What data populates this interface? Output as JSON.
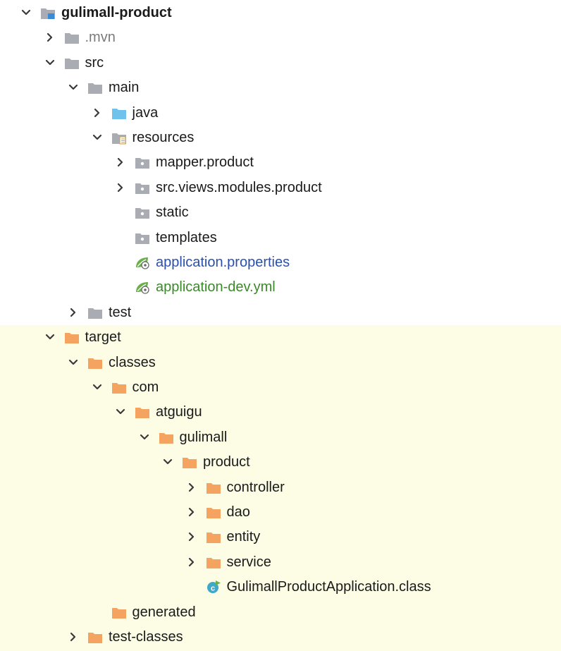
{
  "colors": {
    "folder_gray": "#a9adb3",
    "folder_blue": "#6ec2ec",
    "folder_orange": "#f5a361",
    "module_badge": "#3a8ad6",
    "excluded_bg": "#fdfde6",
    "text_default": "#1a1a1a",
    "text_muted": "#7a7a7a",
    "text_blue": "#2a4fb0",
    "text_green": "#3a8a2a",
    "spring_green": "#6bb04a",
    "class_teal": "#3fa9c9"
  },
  "tree": [
    {
      "label": "gulimall-product",
      "depth": 0,
      "state": "expanded",
      "icon": "module-folder-icon",
      "style": "bold",
      "name": "gulimall-product"
    },
    {
      "label": ".mvn",
      "depth": 1,
      "state": "collapsed",
      "icon": "folder-gray-icon",
      "style": "muted",
      "name": "mvn"
    },
    {
      "label": "src",
      "depth": 1,
      "state": "expanded",
      "icon": "folder-gray-icon",
      "name": "src"
    },
    {
      "label": "main",
      "depth": 2,
      "state": "expanded",
      "icon": "folder-gray-icon",
      "name": "main"
    },
    {
      "label": "java",
      "depth": 3,
      "state": "collapsed",
      "icon": "source-root-folder-icon",
      "name": "java"
    },
    {
      "label": "resources",
      "depth": 3,
      "state": "expanded",
      "icon": "resources-root-folder-icon",
      "name": "resources"
    },
    {
      "label": "mapper.product",
      "depth": 4,
      "state": "collapsed",
      "icon": "package-folder-icon",
      "name": "mapper-product"
    },
    {
      "label": "src.views.modules.product",
      "depth": 4,
      "state": "collapsed",
      "icon": "package-folder-icon",
      "name": "src-views-modules-product"
    },
    {
      "label": "static",
      "depth": 4,
      "state": "leaf",
      "icon": "package-folder-icon",
      "name": "static"
    },
    {
      "label": "templates",
      "depth": 4,
      "state": "leaf",
      "icon": "package-folder-icon",
      "name": "templates"
    },
    {
      "label": "application.properties",
      "depth": 4,
      "state": "leaf",
      "icon": "spring-config-icon",
      "style": "blue",
      "name": "application-properties"
    },
    {
      "label": "application-dev.yml",
      "depth": 4,
      "state": "leaf",
      "icon": "spring-config-icon",
      "style": "green",
      "name": "application-dev-yml"
    },
    {
      "label": "test",
      "depth": 2,
      "state": "collapsed",
      "icon": "folder-gray-icon",
      "name": "test"
    },
    {
      "label": "target",
      "depth": 1,
      "state": "expanded",
      "icon": "excluded-folder-icon",
      "excluded": true,
      "name": "target"
    },
    {
      "label": "classes",
      "depth": 2,
      "state": "expanded",
      "icon": "excluded-folder-icon",
      "excluded": true,
      "name": "classes"
    },
    {
      "label": "com",
      "depth": 3,
      "state": "expanded",
      "icon": "excluded-folder-icon",
      "excluded": true,
      "name": "com"
    },
    {
      "label": "atguigu",
      "depth": 4,
      "state": "expanded",
      "icon": "excluded-folder-icon",
      "excluded": true,
      "name": "atguigu"
    },
    {
      "label": "gulimall",
      "depth": 5,
      "state": "expanded",
      "icon": "excluded-folder-icon",
      "excluded": true,
      "name": "gulimall"
    },
    {
      "label": "product",
      "depth": 6,
      "state": "expanded",
      "icon": "excluded-folder-icon",
      "excluded": true,
      "name": "product"
    },
    {
      "label": "controller",
      "depth": 7,
      "state": "collapsed",
      "icon": "excluded-folder-icon",
      "excluded": true,
      "name": "controller"
    },
    {
      "label": "dao",
      "depth": 7,
      "state": "collapsed",
      "icon": "excluded-folder-icon",
      "excluded": true,
      "name": "dao"
    },
    {
      "label": "entity",
      "depth": 7,
      "state": "collapsed",
      "icon": "excluded-folder-icon",
      "excluded": true,
      "name": "entity"
    },
    {
      "label": "service",
      "depth": 7,
      "state": "collapsed",
      "icon": "excluded-folder-icon",
      "excluded": true,
      "name": "service"
    },
    {
      "label": "GulimallProductApplication.class",
      "depth": 7,
      "state": "leaf",
      "icon": "class-file-icon",
      "excluded": true,
      "name": "gulimall-product-application-class"
    },
    {
      "label": "generated",
      "depth": 3,
      "state": "leaf",
      "icon": "excluded-folder-icon",
      "excluded": true,
      "name": "generated"
    },
    {
      "label": "test-classes",
      "depth": 2,
      "state": "collapsed",
      "icon": "excluded-folder-icon",
      "excluded": true,
      "name": "test-classes"
    }
  ]
}
